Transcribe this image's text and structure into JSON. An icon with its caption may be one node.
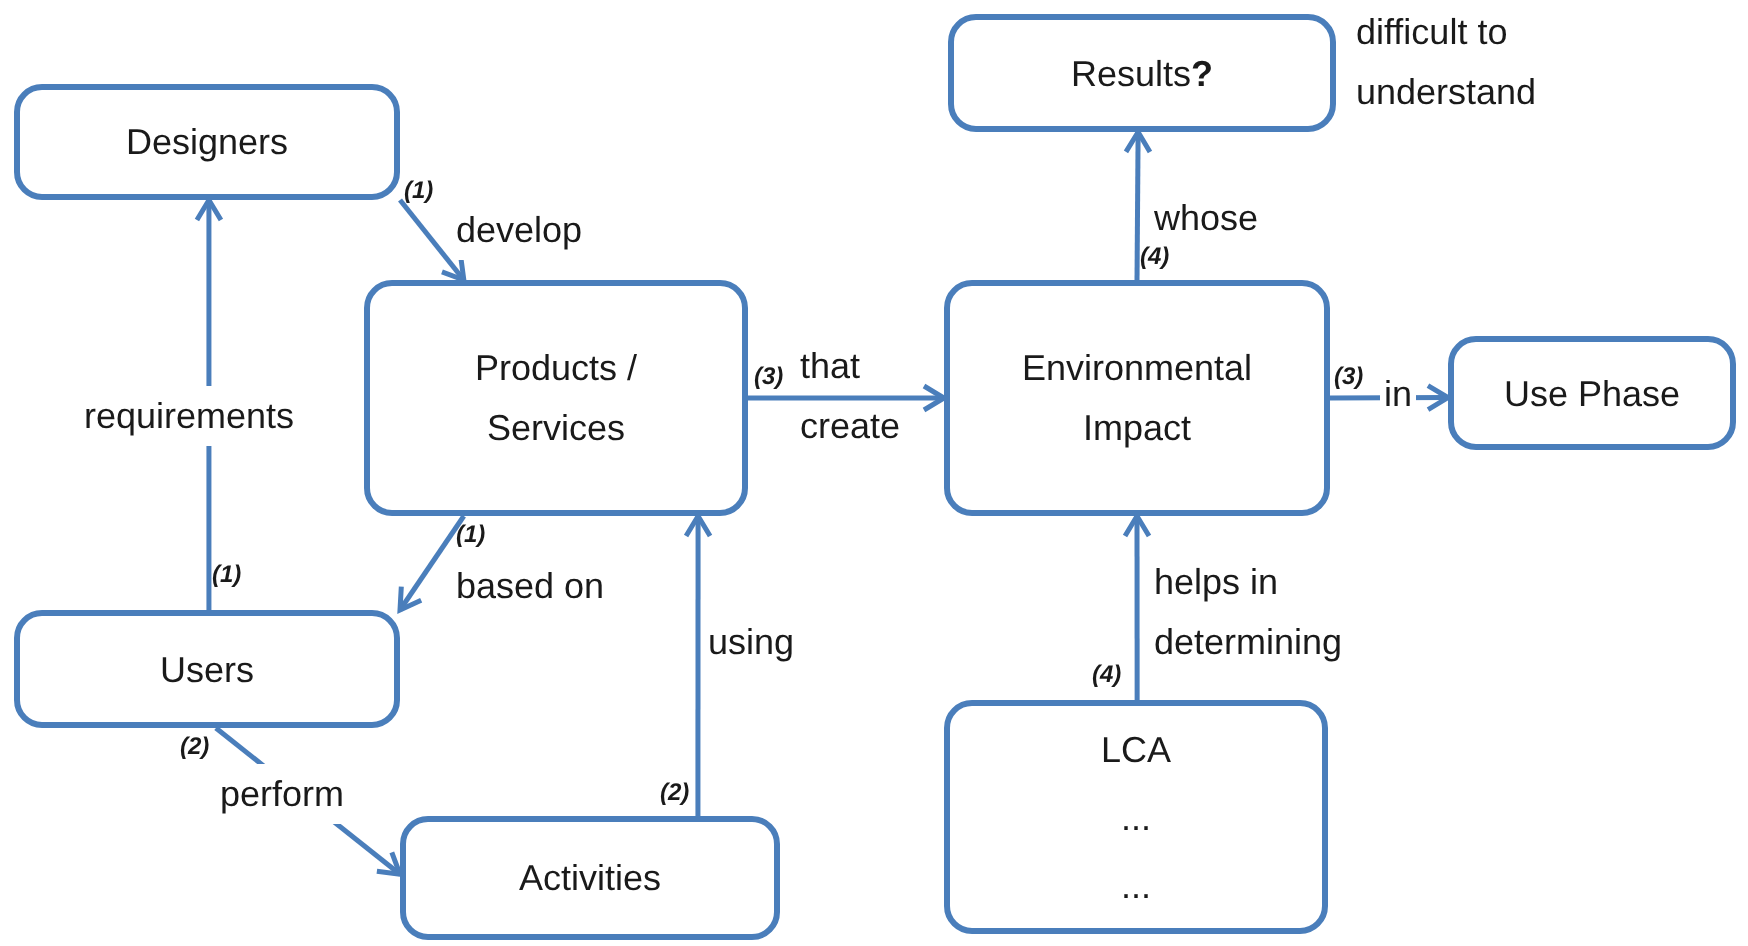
{
  "diagram": {
    "nodes": [
      {
        "text": [
          "Designers"
        ]
      },
      {
        "text": [
          "Products / Services"
        ]
      },
      {
        "text": [
          "Users"
        ]
      },
      {
        "text": [
          "Activities"
        ]
      },
      {
        "text": [
          "Environmental Impact"
        ]
      },
      {
        "text": [
          "Use Phase"
        ]
      },
      {
        "text": [
          "Results**?**"
        ],
        "beside": [
          "difficult to understand"
        ]
      },
      {
        "text": [
          "LCA",
          "...",
          "..."
        ]
      }
    ],
    "edges": [
      {
        "from": 2,
        "to": 0,
        "arrow": "to",
        "label": "requirements"
      },
      {
        "from": 0,
        "to": 1,
        "arrow": "to",
        "label": "develop"
      },
      {
        "from": 1,
        "to": 2,
        "arrow": "to",
        "label": "based on"
      },
      {
        "from": 2,
        "to": 3,
        "arrow": "to",
        "label": "perform"
      },
      {
        "from": 3,
        "to": 1,
        "arrow": "to",
        "label": "using"
      },
      {
        "from": 1,
        "to": 4,
        "arrow": "to",
        "label": "that create"
      },
      {
        "from": 4,
        "to": 6,
        "arrow": "to",
        "label": "whose"
      },
      {
        "from": 4,
        "to": 5,
        "arrow": "to",
        "label": "in"
      },
      {
        "from": 7,
        "to": 4,
        "arrow": "to",
        "label": "helps in determining"
      }
    ],
    "labels": [
      "(1)",
      "(4)",
      "(3)",
      "(3)",
      "(1)",
      "(1)",
      "(4)",
      "(2)",
      "(2)"
    ]
  }
}
